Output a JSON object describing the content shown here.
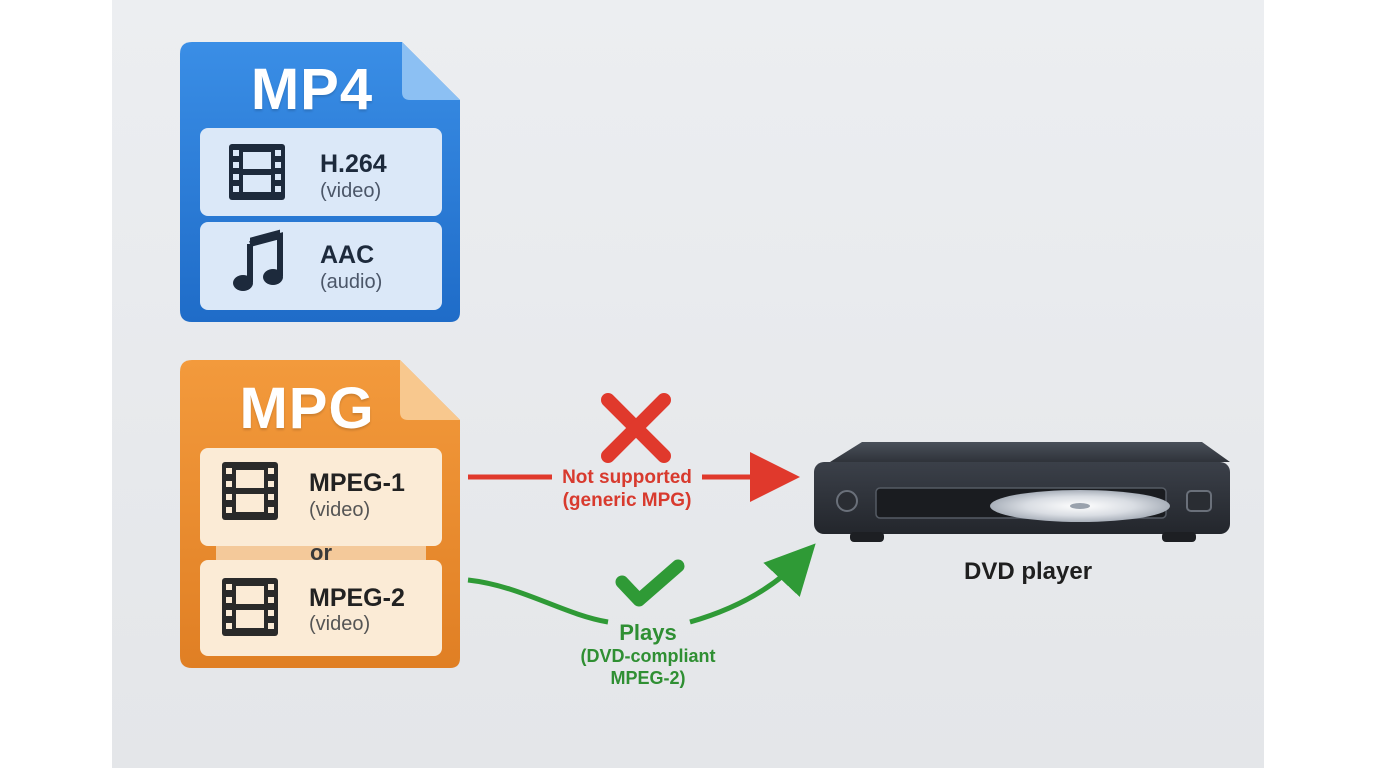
{
  "mp4_file": {
    "title": "MP4",
    "tracks": [
      {
        "name": "H.264",
        "type": "(video)",
        "icon": "film-icon"
      },
      {
        "name": "AAC",
        "type": "(audio)",
        "icon": "music-note-icon"
      }
    ],
    "color": "#2a7bd6"
  },
  "mpg_file": {
    "title": "MPG",
    "tracks": [
      {
        "name": "MPEG-1",
        "type": "(video)",
        "icon": "film-icon"
      },
      {
        "name": "MPEG-2",
        "type": "(video)",
        "icon": "film-icon"
      }
    ],
    "separator": "or",
    "color": "#ea8a2c"
  },
  "paths": {
    "unsupported": {
      "line1": "Not supported",
      "line2": "(generic MPG)",
      "icon": "cross-icon",
      "color": "#e0392c"
    },
    "supported": {
      "line1": "Plays",
      "line2": "(DVD-compliant",
      "line3": "MPEG-2)",
      "icon": "check-icon",
      "color": "#2f9a36"
    }
  },
  "device": {
    "label": "DVD player",
    "icon": "dvd-player-icon"
  }
}
